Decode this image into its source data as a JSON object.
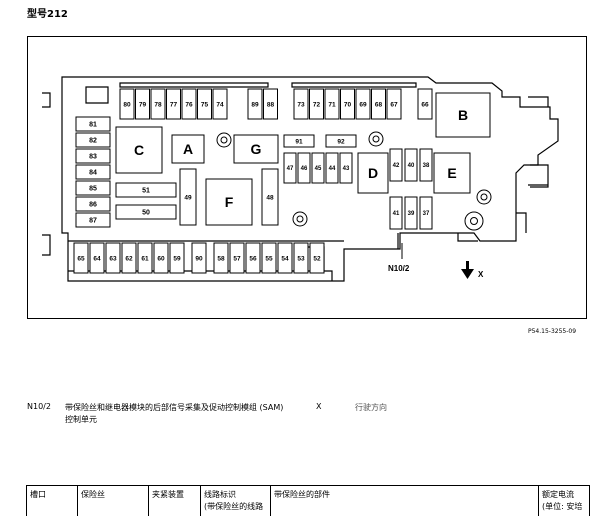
{
  "header": {
    "title": "型号212"
  },
  "diagram": {
    "top_fuses": [
      "80",
      "79",
      "78",
      "77",
      "76",
      "75",
      "74"
    ],
    "top_fuses_b": [
      "89",
      "88"
    ],
    "top_fuses_c": [
      "73",
      "72",
      "71",
      "70",
      "69",
      "68",
      "67"
    ],
    "fuse_66": "66",
    "left_fuses": [
      "81",
      "82",
      "83",
      "84",
      "85",
      "86",
      "87"
    ],
    "relays": {
      "A": "A",
      "B": "B",
      "C": "C",
      "D": "D",
      "E": "E",
      "F": "F",
      "G": "G"
    },
    "fuses_91_92": [
      "91",
      "92"
    ],
    "mid_fuses": [
      "47",
      "46",
      "45",
      "44",
      "43"
    ],
    "right_fuses_top": [
      "42",
      "40",
      "38"
    ],
    "right_fuses_bot": [
      "41",
      "39",
      "37"
    ],
    "fuse_51": "51",
    "fuse_50": "50",
    "fuse_49": "49",
    "fuse_48": "48",
    "bottom_fuses_a": [
      "65",
      "64",
      "63",
      "62",
      "61",
      "60",
      "59"
    ],
    "fuse_90": "90",
    "bottom_fuses_b": [
      "58",
      "57",
      "56",
      "55",
      "54",
      "53",
      "52"
    ],
    "n10_label": "N10/2",
    "x_label": "X",
    "ref_code": "P54.15-3255-09"
  },
  "legend": {
    "n10_key": "N10/2",
    "n10_desc_line1": "带保险丝和继电器模块的后部信号采集及促动控制模组 (SAM)",
    "n10_desc_line2": "控制单元",
    "x_key": "X",
    "x_desc": "行驶方向"
  },
  "table": {
    "headers": [
      "槽口",
      "保险丝",
      "夹紧装置",
      "线路标识",
      "带保险丝的部件",
      "额定电流"
    ],
    "sub_headers": {
      "col3": "(带保险丝的线路",
      "col5": "(单位: 安培"
    }
  }
}
